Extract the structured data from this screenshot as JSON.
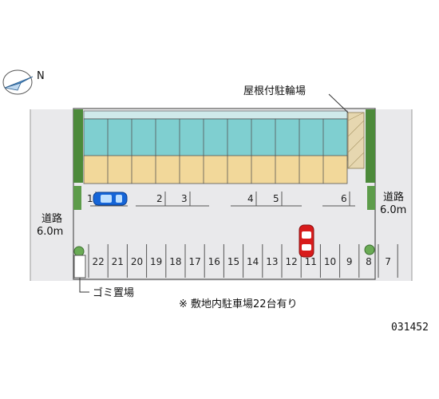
{
  "labels": {
    "roofed_bike_parking": "屋根付駐輪場",
    "road_left_name": "道路",
    "road_left_width": "6.0m",
    "road_right_name": "道路",
    "road_right_width": "6.0m",
    "garbage_area": "ゴミ置場",
    "note": "※ 敷地内駐車場22台有り",
    "property_code": "031452"
  },
  "compass": {
    "north_label": "N"
  },
  "parking": {
    "top_row": [
      "1",
      "2",
      "3",
      "4",
      "5",
      "6"
    ],
    "bottom_row": [
      "22",
      "21",
      "20",
      "19",
      "18",
      "17",
      "16",
      "15",
      "14",
      "13",
      "12",
      "11",
      "10",
      "9",
      "8",
      "7"
    ]
  },
  "colors": {
    "pavement": "#e9e9eb",
    "building": "#f2d89a",
    "building_teal": "#7fcfd0",
    "greenery": "#4c8a3a",
    "car_blue": "#1565d8",
    "car_red": "#d81b1b"
  }
}
